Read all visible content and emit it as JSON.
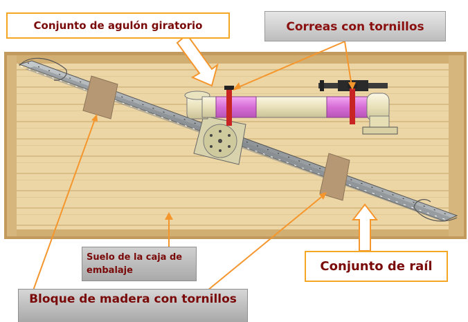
{
  "labels": {
    "boom": "Conjunto de agulón giratorio",
    "straps": "Correas con tornillos",
    "floor": "Suelo de la caja de embalaje",
    "rail": "Conjunto de raíl",
    "block": "Bloque de madera con tornillos"
  },
  "colors": {
    "arrow": "#f5962d",
    "wood": "#e9d3a2",
    "wood_frame": "#c9a66b",
    "strap": "#d83030",
    "pink_sleeve": "#e07ae0",
    "boom_pipe": "#efe9c8",
    "rail_metal": "#9ea4a8",
    "block": "#b89a78"
  }
}
